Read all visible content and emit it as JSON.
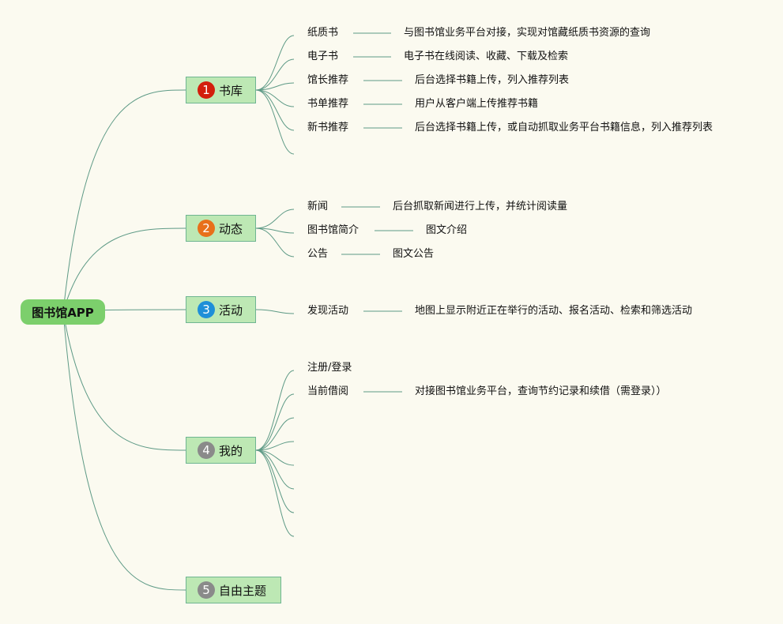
{
  "root": {
    "label": "图书馆APP"
  },
  "topics": [
    {
      "number": "1",
      "label": "书库",
      "color": "#d31e0c",
      "children": [
        {
          "label": "纸质书",
          "note": "与图书馆业务平台对接，实现对馆藏纸质书资源的查询"
        },
        {
          "label": "电子书",
          "note": "电子书在线阅读、收藏、下载及检索"
        },
        {
          "label": "馆长推荐",
          "note": "后台选择书籍上传，列入推荐列表"
        },
        {
          "label": "书单推荐",
          "note": "用户从客户端上传推荐书籍"
        },
        {
          "label": "新书推荐",
          "note": "后台选择书籍上传，或自动抓取业务平台书籍信息，列入推荐列表"
        },
        {
          "label": "",
          "note": ""
        }
      ]
    },
    {
      "number": "2",
      "label": "动态",
      "color": "#e8701a",
      "children": [
        {
          "label": "新闻",
          "note": "后台抓取新闻进行上传，并统计阅读量"
        },
        {
          "label": "图书馆简介",
          "note": "图文介绍"
        },
        {
          "label": "公告",
          "note": "图文公告"
        }
      ]
    },
    {
      "number": "3",
      "label": "活动",
      "color": "#1f8fd8",
      "children": [
        {
          "label": "发现活动",
          "note": "地图上显示附近正在举行的活动、报名活动、检索和筛选活动"
        }
      ]
    },
    {
      "number": "4",
      "label": "我的",
      "color": "#8a8a8a",
      "children": [
        {
          "label": "注册/登录",
          "note": ""
        },
        {
          "label": "当前借阅",
          "note": "对接图书馆业务平台，查询节约记录和续借（需登录））"
        },
        {
          "label": "",
          "note": ""
        },
        {
          "label": "",
          "note": ""
        },
        {
          "label": "",
          "note": ""
        },
        {
          "label": "",
          "note": ""
        },
        {
          "label": "",
          "note": ""
        },
        {
          "label": "",
          "note": ""
        }
      ]
    },
    {
      "number": "5",
      "label": "自由主题",
      "color": "#8a8a8a",
      "children": []
    }
  ]
}
